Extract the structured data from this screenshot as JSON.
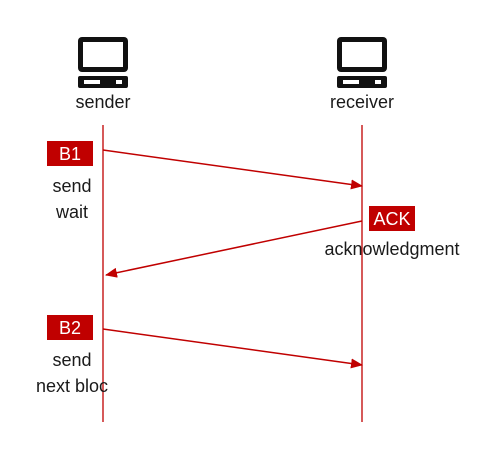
{
  "colors": {
    "accent": "#c00000",
    "text": "#1a1a1a",
    "icon": "#111111"
  },
  "participants": {
    "sender": {
      "label": "sender",
      "icon": "computer-icon"
    },
    "receiver": {
      "label": "receiver",
      "icon": "computer-icon"
    }
  },
  "messages": [
    {
      "tag": "B1",
      "from": "sender",
      "to": "receiver",
      "notes": [
        "send",
        "wait"
      ]
    },
    {
      "tag": "ACK",
      "from": "receiver",
      "to": "sender",
      "notes": [
        "acknowledgment"
      ]
    },
    {
      "tag": "B2",
      "from": "sender",
      "to": "receiver",
      "notes": [
        "send",
        "next bloc"
      ]
    }
  ]
}
